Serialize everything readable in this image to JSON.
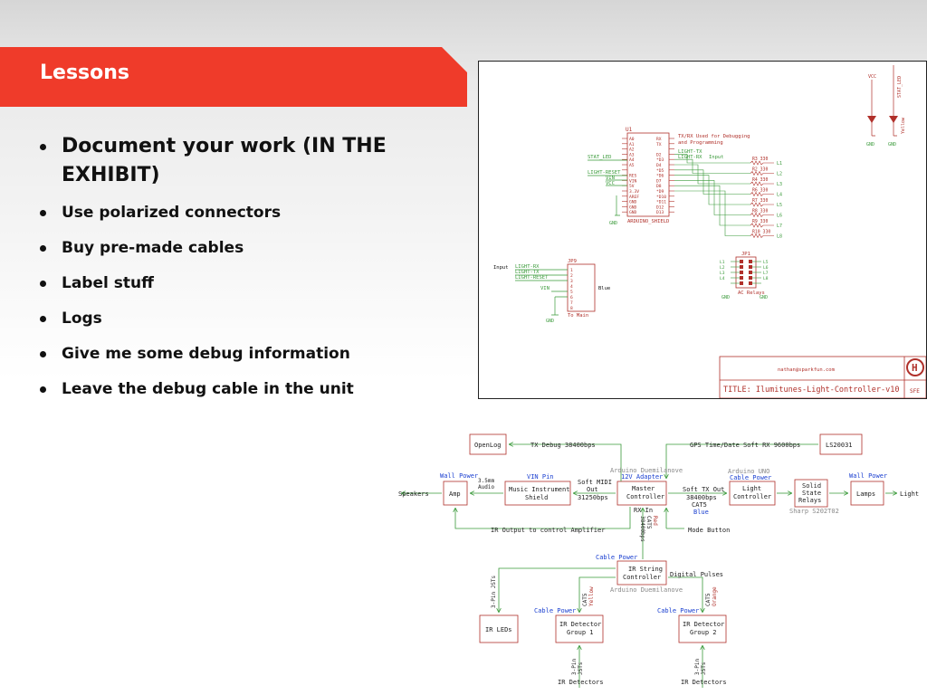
{
  "slide": {
    "title": "Lessons",
    "bullets": [
      "Document your work (IN THE EXHIBIT)",
      "Use polarized connectors",
      "Buy pre-made cables",
      "Label stuff",
      "Logs",
      "Give me some debug information",
      "Leave the debug cable in the unit"
    ]
  },
  "colors": {
    "accent": "#ef3b2a",
    "wire": "#3a9a3a",
    "part": "#b0302a",
    "power": "#1a3fd0"
  },
  "schematic": {
    "chip_id": "U1",
    "chip_name": "ARDUINO_SHIELD",
    "left_pins": [
      "A0",
      "A1",
      "A2",
      "A3",
      "A4",
      "A5",
      "",
      "RES",
      "VIN",
      "5V",
      "3.3V",
      "AREF",
      "GND",
      "GND",
      "GND"
    ],
    "right_pins": [
      "RX",
      "TX",
      "",
      "D2",
      "*D3",
      "D4",
      "*D5",
      "*D6",
      "D7",
      "D8",
      "*D9",
      "*D10",
      "*D11",
      "D12",
      "D13"
    ],
    "left_labels": [
      "STAT_LED",
      "LIGHT-RESET",
      "VIN",
      "VCC"
    ],
    "note1": "TX/RX Used for Debugging",
    "note2": "and Programming",
    "light_tx": "LIGHT-TX",
    "light_rx": "LIGHT-RX",
    "input_label": "Input",
    "resistors": [
      "R3 330",
      "R2 330",
      "R4 330",
      "R6 330",
      "R7 330",
      "R8 330",
      "R9 330",
      "R10 330"
    ],
    "outputs": [
      "L1",
      "L2",
      "L3",
      "L4",
      "L5",
      "L6",
      "L7",
      "L8"
    ],
    "jp_id": "JP9",
    "jp_pins": [
      "1",
      "2",
      "3",
      "4",
      "5",
      "6",
      "7",
      "8"
    ],
    "jp_labels": [
      "LIGHT-RX",
      "LIGHT-TX",
      "LIGHT-RESET",
      "VIN"
    ],
    "jp_input": "Input",
    "jp_name": "To Main",
    "jp_color": "Blue",
    "gnd": "GND",
    "relay_id": "JP1",
    "relay_name": "AC Relays",
    "vcc": "VCC",
    "led_labels": [
      "STAT_LED",
      "Yellow"
    ],
    "email": "nathan@sparkfun.com",
    "title_text": "TITLE: Ilumitunes-Light-Controller-v10",
    "sfe": "SFE"
  },
  "diagram": {
    "openlog": "OpenLog",
    "tx_debug": "TX Debug 38400bps",
    "gps": "GPS Time/Date Soft RX 9600bps",
    "ls": "LS20031",
    "wall_power_left": "Wall Power",
    "speakers": "Speakers",
    "amp": "Amp",
    "audio": "3.5mm",
    "audio2": "Audio",
    "vin_pin": "VIN Pin",
    "mis": "Music Instrument",
    "mis2": "Shield",
    "midi": "Soft MIDI",
    "midi2": "Out",
    "midi3": "31250bps",
    "adapter": "12V Adapter",
    "duem_top": "Arduino Duemilanove",
    "master": "Master",
    "master2": "Controller",
    "rxin": "RX In",
    "softtx": "Soft TX Out",
    "softtx2": "38400bps",
    "cat5": "CAT5",
    "blue": "Blue",
    "uno": "Arduino UNO",
    "cable_power_top": "Cable Power",
    "light_ctrl": "Light",
    "light_ctrl2": "Controller",
    "ssr": "Solid",
    "ssr2": "State",
    "ssr3": "Relays",
    "sharp": "Sharp S202T02",
    "wall_power_right": "Wall Power",
    "lamps": "Lamps",
    "light": "Light",
    "ir_output": "IR Output to control Amplifier",
    "mode": "Mode Button",
    "vert_38400": "38400bps",
    "vert_cat5": "CAT5",
    "vert_red": "Red",
    "cable_power_mid": "Cable Power",
    "irstring": "IR String",
    "irstring2": "Controller",
    "digital": "Digital Pulses",
    "duem_mid": "Arduino Duemilanove",
    "jst3": "3-Pin JSTs",
    "cat5y": "CAT5",
    "yellow": "Yellow",
    "cat5o": "CAT5",
    "orange": "Orange",
    "cable_power_1": "Cable Power",
    "cable_power_2": "Cable Power",
    "irleds": "IR LEDs",
    "ird1": "IR Detector",
    "ird1b": "Group 1",
    "ird2": "IR Detector",
    "ird2b": "Group 2",
    "jst_a": "3-Pin",
    "jst_b": "JSTs",
    "irdet1": "IR Detectors",
    "irdet2": "IR Detectors"
  }
}
